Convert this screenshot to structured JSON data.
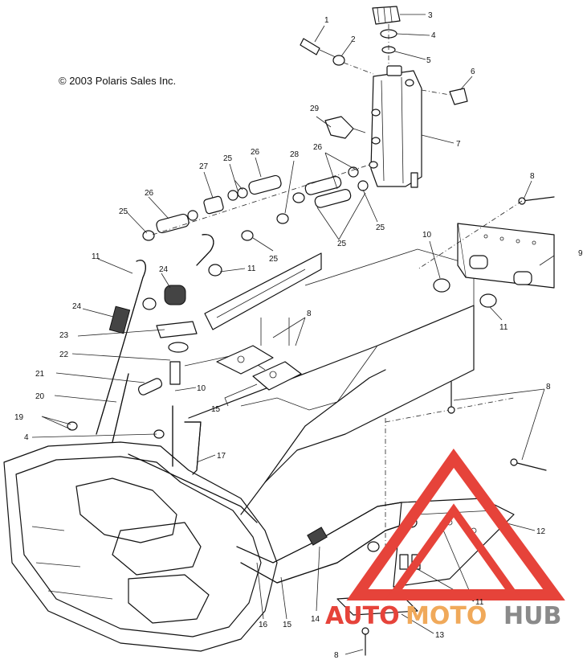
{
  "copyright": "© 2003 Polaris Sales Inc.",
  "watermark": {
    "auto": "AUTO",
    "moto": "MOTO",
    "hub": "HUB",
    "color_red": "#e6433a",
    "color_orange": "#f0a95a",
    "color_gray": "#8a8a8a"
  },
  "callouts": [
    {
      "id": "c1",
      "text": "1"
    },
    {
      "id": "c2",
      "text": "2"
    },
    {
      "id": "c3",
      "text": "3"
    },
    {
      "id": "c4",
      "text": "4"
    },
    {
      "id": "c5",
      "text": "5"
    },
    {
      "id": "c6",
      "text": "6"
    },
    {
      "id": "c7",
      "text": "7"
    },
    {
      "id": "c8a",
      "text": "8"
    },
    {
      "id": "c8b",
      "text": "8"
    },
    {
      "id": "c8c",
      "text": "8"
    },
    {
      "id": "c8d",
      "text": "8"
    },
    {
      "id": "c9",
      "text": "9"
    },
    {
      "id": "c10a",
      "text": "10"
    },
    {
      "id": "c10b",
      "text": "10"
    },
    {
      "id": "c11a",
      "text": "11"
    },
    {
      "id": "c11b",
      "text": "11"
    },
    {
      "id": "c11c",
      "text": "11"
    },
    {
      "id": "c11d",
      "text": "11"
    },
    {
      "id": "c12",
      "text": "12"
    },
    {
      "id": "c13",
      "text": "13"
    },
    {
      "id": "c14",
      "text": "14"
    },
    {
      "id": "c15a",
      "text": "15"
    },
    {
      "id": "c15b",
      "text": "15"
    },
    {
      "id": "c16",
      "text": "16"
    },
    {
      "id": "c17",
      "text": "17"
    },
    {
      "id": "c19",
      "text": "19"
    },
    {
      "id": "c20",
      "text": "20"
    },
    {
      "id": "c21",
      "text": "21"
    },
    {
      "id": "c22",
      "text": "22"
    },
    {
      "id": "c23",
      "text": "23"
    },
    {
      "id": "c24a",
      "text": "24"
    },
    {
      "id": "c24b",
      "text": "24"
    },
    {
      "id": "c25a",
      "text": "25"
    },
    {
      "id": "c25b",
      "text": "25"
    },
    {
      "id": "c25c",
      "text": "25"
    },
    {
      "id": "c25d",
      "text": "25"
    },
    {
      "id": "c25e",
      "text": "25"
    },
    {
      "id": "c26a",
      "text": "26"
    },
    {
      "id": "c26b",
      "text": "26"
    },
    {
      "id": "c26c",
      "text": "26"
    },
    {
      "id": "c27",
      "text": "27"
    },
    {
      "id": "c28",
      "text": "28"
    },
    {
      "id": "c29",
      "text": "29"
    },
    {
      "id": "c4b",
      "text": "4"
    }
  ]
}
